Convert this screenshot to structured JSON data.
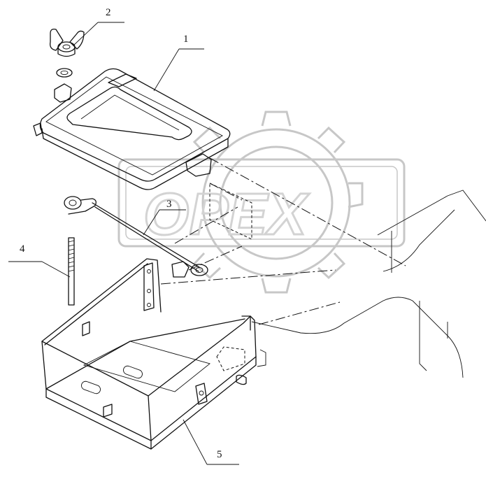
{
  "callouts": [
    {
      "id": "1",
      "label": "1"
    },
    {
      "id": "2",
      "label": "2"
    },
    {
      "id": "3",
      "label": "3"
    },
    {
      "id": "4",
      "label": "4"
    },
    {
      "id": "5",
      "label": "5"
    }
  ],
  "watermark": {
    "text": "OPEX",
    "color": "#b0b0b0"
  }
}
